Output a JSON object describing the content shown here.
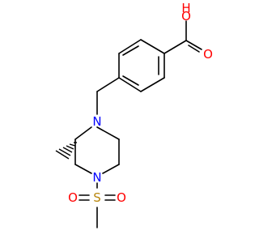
{
  "molecule": {
    "atom_labels": {
      "hydroxyl_h": "H",
      "hydroxyl_o": "O",
      "carbonyl_o": "O",
      "n_upper": "N",
      "n_lower": "N",
      "sulfur": "S",
      "sulfonyl_o_left": "O",
      "sulfonyl_o_right": "O"
    },
    "colors": {
      "bond": "#000000",
      "oxygen": "#ff0000",
      "nitrogen": "#0000ff",
      "sulfur": "#b8860b",
      "background": "#ffffff"
    }
  }
}
